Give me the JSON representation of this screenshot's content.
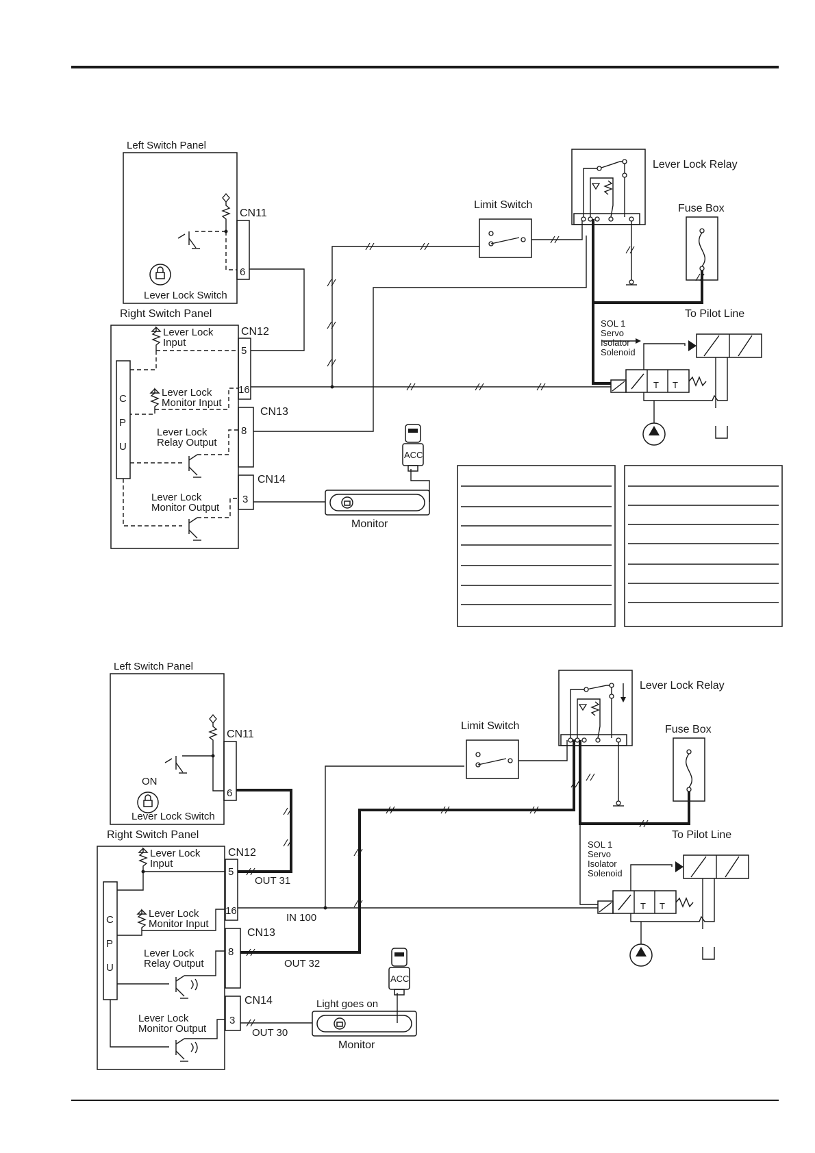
{
  "diagram1": {
    "left_panel": "Left Switch Panel",
    "lever_lock_switch": "Lever Lock Switch",
    "right_panel": "Right Switch Panel",
    "connectors": {
      "cn11": "CN11",
      "cn12": "CN12",
      "cn13": "CN13",
      "cn14": "CN14"
    },
    "pins": {
      "p6": "6",
      "p5": "5",
      "p16": "16",
      "p8": "8",
      "p3": "3"
    },
    "cpu": [
      "C",
      "P",
      "U"
    ],
    "inputs": {
      "lever_lock_input": [
        "Lever Lock",
        "Input"
      ],
      "lever_lock_monitor_input": [
        "Lever Lock",
        "Monitor Input"
      ],
      "lever_lock_relay_output": [
        "Lever Lock",
        "Relay Output"
      ],
      "lever_lock_monitor_output": [
        "Lever Lock",
        "Monitor Output"
      ]
    },
    "limit_switch": "Limit Switch",
    "lever_lock_relay": "Lever Lock Relay",
    "fuse_box": "Fuse Box",
    "to_pilot_line": "To Pilot Line",
    "solenoid": [
      "SOL 1",
      "Servo",
      "Isolator",
      "Solenoid"
    ],
    "monitor": "Monitor",
    "acc": "ACC"
  },
  "diagram2": {
    "left_panel": "Left Switch Panel",
    "on_label": "ON",
    "lever_lock_switch": "Lever Lock Switch",
    "right_panel": "Right Switch Panel",
    "connectors": {
      "cn11": "CN11",
      "cn12": "CN12",
      "cn13": "CN13",
      "cn14": "CN14"
    },
    "pins": {
      "p6": "6",
      "p5": "5",
      "p16": "16",
      "p8": "8",
      "p3": "3"
    },
    "cpu": [
      "C",
      "P",
      "U"
    ],
    "inputs": {
      "lever_lock_input": [
        "Lever Lock",
        "Input"
      ],
      "lever_lock_monitor_input": [
        "Lever Lock",
        "Monitor Input"
      ],
      "lever_lock_relay_output": [
        "Lever Lock",
        "Relay Output"
      ],
      "lever_lock_monitor_output": [
        "Lever Lock",
        "Monitor Output"
      ]
    },
    "signals": {
      "out31": "OUT 31",
      "in100": "IN 100",
      "out32": "OUT 32",
      "out30": "OUT 30"
    },
    "limit_switch": "Limit Switch",
    "lever_lock_relay": "Lever Lock Relay",
    "fuse_box": "Fuse Box",
    "to_pilot_line": "To Pilot Line",
    "solenoid": [
      "SOL 1",
      "Servo",
      "Isolator",
      "Solenoid"
    ],
    "light_goes_on": "Light goes on",
    "monitor": "Monitor",
    "acc": "ACC"
  },
  "colors": {
    "ink": "#1a1a1a",
    "paper": "#ffffff"
  }
}
